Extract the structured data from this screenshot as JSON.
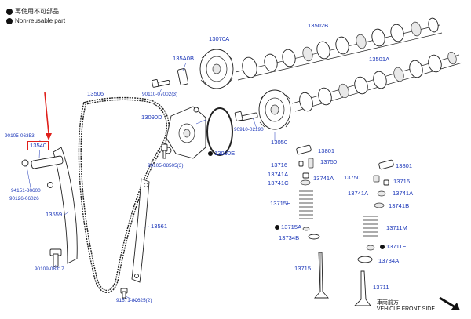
{
  "legend": [
    {
      "text": "再使用不可部品",
      "icon": "solid-circle"
    },
    {
      "text": "Non-reusable part",
      "icon": "open-circle"
    }
  ],
  "highlight": {
    "part_no": "13540",
    "arrow_color": "#e0201b",
    "box_color": "#e0201b"
  },
  "labels": {
    "p13502B": "13502B",
    "p13070A": "13070A",
    "p135A0B": "135A0B",
    "p13501A": "13501A",
    "p90110_07002": "90110-07002(3)",
    "p13506": "13506",
    "p13090D": "13090D",
    "p90910_02190": "90910-02190",
    "p90105_06353": "90105-06353",
    "p13540": "13540",
    "p13050": "13050",
    "p13090E": "13090E",
    "p13801_l": "13801",
    "p13716_l": "13716",
    "p13750_l": "13750",
    "p13741A_l1": "13741A",
    "p13741A_l2": "13741A",
    "p13741C_l": "13741C",
    "p90105_08505": "90105-08505(3)",
    "p94151_80600": "94151-80600",
    "p90126_06026": "90126-06026",
    "p13750_r": "13750",
    "p13801_r": "13801",
    "p13716_r": "13716",
    "p13741A_r1": "13741A",
    "p13741A_r2": "13741A",
    "p13741B": "13741B",
    "p13715H": "13715H",
    "p13559": "13559",
    "p13561": "13561",
    "p13715A": "13715A",
    "p13734B": "13734B",
    "p13711M": "13711M",
    "p13711E": "13711E",
    "p13734A": "13734A",
    "p90109_08317": "90109-08317",
    "p13715": "13715",
    "p13711": "13711",
    "p91671_80625": "91671-80625(2)"
  },
  "vehicle_front": {
    "zh": "車両前方",
    "en": "VEHICLE FRONT SIDE"
  }
}
